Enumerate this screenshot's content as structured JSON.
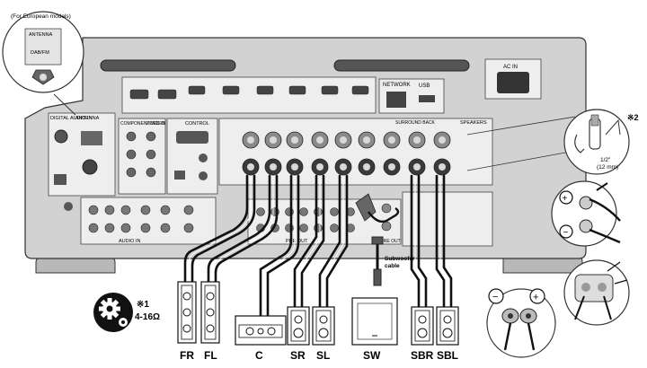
{
  "callouts": {
    "european_note": "(For European models)",
    "antenna_title": "ANTENNA",
    "antenna_sub": "DAB/FM",
    "note1_mark": "※1",
    "note1_value": "4-16Ω",
    "note2_mark": "※2",
    "strip_length": "1/2\"",
    "strip_length_mm": "(12 mm)"
  },
  "panel": {
    "ac_in": "AC IN",
    "network": "NETWORK",
    "usb": "USB",
    "digital_audio_in": "DIGITAL AUDIO IN",
    "antenna": "ANTENNA",
    "component_video": "COMPONENT VIDEO",
    "video_in": "VIDEO IN",
    "control": "CONTROL",
    "speakers": "SPEAKERS",
    "surround_back": "SURROUND BACK",
    "audio_in": "AUDIO IN",
    "pre_out": "PRE OUT",
    "sw_pre_out": "SW PRE OUT",
    "subwoofer_cable": "Subwoofer cable"
  },
  "speakers": [
    {
      "id": "fr",
      "label": "FR"
    },
    {
      "id": "fl",
      "label": "FL"
    },
    {
      "id": "c",
      "label": "C"
    },
    {
      "id": "sr",
      "label": "SR"
    },
    {
      "id": "sl",
      "label": "SL"
    },
    {
      "id": "sw",
      "label": "SW"
    },
    {
      "id": "sbr",
      "label": "SBR"
    },
    {
      "id": "sbl",
      "label": "SBL"
    }
  ],
  "colors": {
    "panel_fill": "#d2d2d2",
    "panel_stroke": "#333333",
    "terminal": "#7a7a7a",
    "cable": "#111111",
    "speaker_fill": "#ffffff"
  }
}
